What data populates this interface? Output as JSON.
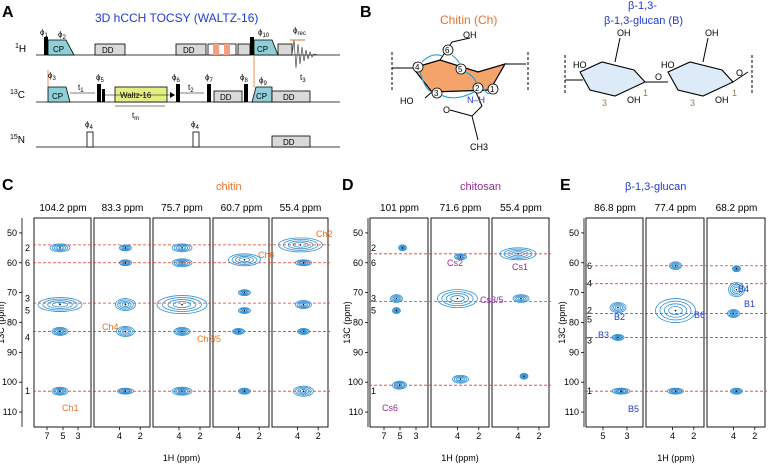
{
  "panels": {
    "A": "A",
    "B": "B",
    "C": "C",
    "D": "D",
    "E": "E"
  },
  "colors": {
    "title_blue": "#1f3bd6",
    "chitin_orange": "#e8702a",
    "chitosan_purple": "#9b2a9b",
    "contour_blue": "#2e8fd3",
    "dash_red": "#e23b2b",
    "cp_box": "#8fd0d8",
    "waltz_box": "#e3ef82",
    "dd_box": "#d9d9d9",
    "sugar_orange": "#f4a46a",
    "sugar_blue": "#dcebf7"
  },
  "panel_a": {
    "title": "3D hCCH TOCSY (WALTZ-16)",
    "channels": [
      "1H",
      "13C",
      "15N"
    ],
    "blocks": {
      "cp": "CP",
      "dd": "DD",
      "waltz": "Waltz-16"
    },
    "phases_h": [
      "ϕ1",
      "ϕ2",
      "ϕ10",
      "ϕrec"
    ],
    "phases_c": [
      "ϕ3",
      "ϕ5",
      "ϕ6",
      "ϕ7",
      "ϕ8",
      "ϕ9"
    ],
    "phases_n": [
      "ϕ4",
      "ϕ4"
    ],
    "times": [
      "t1",
      "tm",
      "t2",
      "t3"
    ]
  },
  "panel_b": {
    "chitin_label": "Chitin (Ch)",
    "glucan_label_1": "β-1,3-",
    "glucan_label_2": "β-1,3-glucan (B)",
    "chitin_atoms": [
      "1",
      "2",
      "3",
      "4",
      "5",
      "6"
    ],
    "chitin_groups": [
      "OH",
      "HO",
      "O",
      "O",
      "N–H",
      "O",
      "CH3"
    ],
    "glucan_groups": [
      "OH",
      "HO",
      "OH",
      "O",
      "O",
      "OH",
      "HO",
      "OH",
      "O",
      "O"
    ],
    "glucan_numbers": [
      "3",
      "1",
      "3",
      "1"
    ]
  },
  "ylabel": "13C (ppm)",
  "xlabel": "1H (ppm)",
  "panel_c": {
    "title": "chitin",
    "strips": [
      "104.2 ppm",
      "83.3 ppm",
      "75.7 ppm",
      "60.7 ppm",
      "55.4 ppm"
    ],
    "yticks": [
      "50",
      "60",
      "70",
      "80",
      "90",
      "100",
      "110"
    ],
    "row_labels": [
      "2",
      "6",
      "3",
      "5",
      "4",
      "1"
    ],
    "peak_labels": [
      "Ch1",
      "Ch4",
      "Ch3/5",
      "Ch6",
      "Ch2"
    ],
    "xticks_strip1": [
      "7",
      "5",
      "3"
    ],
    "xticks_other": [
      "4",
      "2"
    ]
  },
  "panel_d": {
    "title": "chitosan",
    "strips": [
      "101 ppm",
      "71.6 ppm",
      "55.4 ppm"
    ],
    "yticks": [
      "50",
      "60",
      "70",
      "80",
      "90",
      "100",
      "110"
    ],
    "row_labels": [
      "2",
      "6",
      "3",
      "5",
      "1"
    ],
    "peak_labels": [
      "Cs6",
      "Cs2",
      "Cs3/5",
      "Cs1"
    ],
    "xticks_strip1": [
      "7",
      "5",
      "3"
    ],
    "xticks_other": [
      "4",
      "2"
    ]
  },
  "panel_e": {
    "title": "β-1,3-glucan",
    "strips": [
      "86.8 ppm",
      "77.4 ppm",
      "68.2 ppm"
    ],
    "yticks": [
      "50",
      "60",
      "70",
      "80",
      "90",
      "100",
      "110"
    ],
    "row_labels": [
      "6",
      "4",
      "2",
      "5",
      "3",
      "1"
    ],
    "peak_labels": [
      "B2",
      "B3",
      "B5",
      "B6",
      "B4",
      "B1"
    ],
    "xticks_strip1": [
      "5",
      "3"
    ],
    "xticks_other": [
      "4",
      "2"
    ]
  }
}
